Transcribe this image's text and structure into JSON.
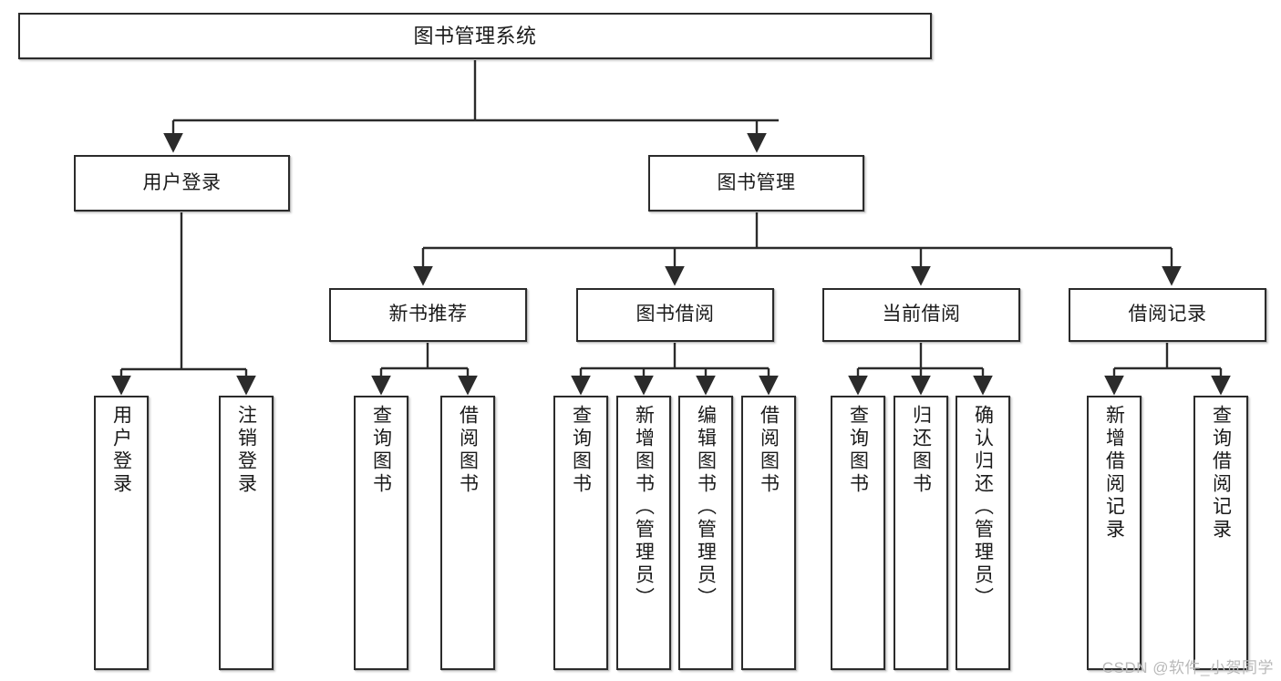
{
  "diagram": {
    "title": "图书管理系统",
    "type": "tree-hierarchy-diagram",
    "colors": {
      "box_border": "#2b2b2b",
      "box_fill": "#ffffff",
      "edge": "#2b2b2b",
      "text": "#1a1a1a",
      "watermark": "#b9b9b9"
    },
    "nodes": {
      "root": {
        "label": "图书管理系统"
      },
      "level2": [
        {
          "label": "用户登录"
        },
        {
          "label": "图书管理"
        }
      ],
      "level3": [
        {
          "label": "新书推荐"
        },
        {
          "label": "图书借阅"
        },
        {
          "label": "当前借阅"
        },
        {
          "label": "借阅记录"
        }
      ],
      "leaves": {
        "user_login": [
          {
            "label": "用户登录"
          },
          {
            "label": "注销登录"
          }
        ],
        "new_book_recommend": [
          {
            "label": "查询图书"
          },
          {
            "label": "借阅图书"
          }
        ],
        "book_borrow": [
          {
            "label": "查询图书"
          },
          {
            "label": "新增图书（管理员）"
          },
          {
            "label": "编辑图书（管理员）"
          },
          {
            "label": "借阅图书"
          }
        ],
        "current_borrow": [
          {
            "label": "查询图书"
          },
          {
            "label": "归还图书"
          },
          {
            "label": "确认归还（管理员）"
          }
        ],
        "borrow_record": [
          {
            "label": "新增借阅记录"
          },
          {
            "label": "查询借阅记录"
          }
        ]
      }
    },
    "watermark": "CSDN @软件_小贺同学"
  }
}
